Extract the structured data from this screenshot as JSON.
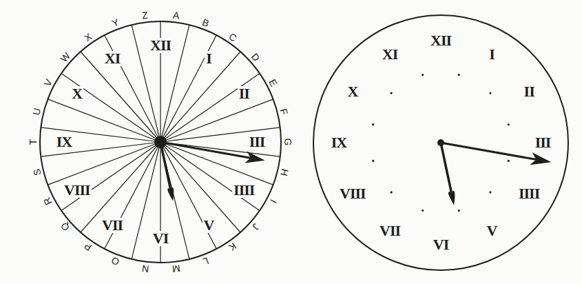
{
  "diagram": {
    "labels": [
      "XII",
      "I",
      "II",
      "III",
      "IIII",
      "V",
      "VI",
      "VII",
      "VIII",
      "IX",
      "X",
      "XI",
      "A",
      "B",
      "C",
      "D",
      "E",
      "F",
      "G",
      "H",
      "I",
      "J",
      "K",
      "L",
      "M",
      "N",
      "O",
      "P",
      "Q",
      "R",
      "S",
      "T",
      "U",
      "V",
      "W",
      "X",
      "Y",
      "Z",
      "XII",
      "I",
      "II",
      "III",
      "IIII",
      "V",
      "VI",
      "VII",
      "VIII",
      "IX",
      "X",
      "XI"
    ]
  }
}
